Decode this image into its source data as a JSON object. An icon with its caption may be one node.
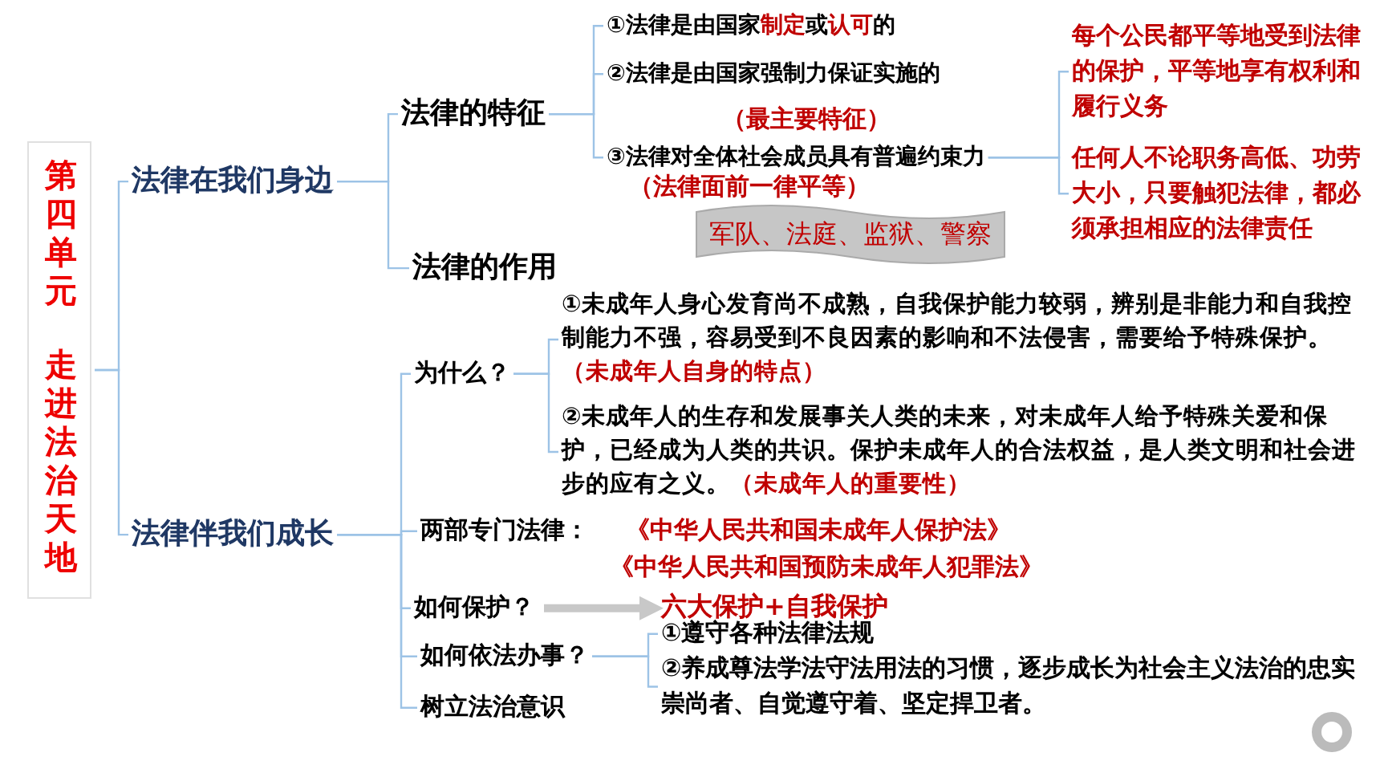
{
  "diagram": {
    "nodes": [
      {
        "text": [
          "第四单元",
          "走进法治天地"
        ]
      },
      {
        "text": [
          "法律在我们身边"
        ]
      },
      {
        "text": [
          "法律伴我们成长"
        ]
      },
      {
        "text": [
          "法律的特征"
        ]
      },
      {
        "text": [
          "法律的作用"
        ]
      },
      {
        "text": [
          "①法律是由国家**制定**或**认可**的"
        ]
      },
      {
        "text": [
          "②法律是由国家强制力保证实施的"
        ]
      },
      {
        "text": [
          "（最主要特征）"
        ]
      },
      {
        "text": [
          "③法律对全体社会成员具有普遍约束力"
        ]
      },
      {
        "text": [
          "（法律面前一律平等）"
        ]
      },
      {
        "text": [
          "每个公民都平等地受到法律的保护，平等地享有权利和履行义务"
        ]
      },
      {
        "text": [
          "任何人不论职务高低、功劳大小，只要触犯法律，都必须承担相应的法律责任"
        ]
      },
      {
        "text": [
          "军队、法庭、监狱、警察"
        ]
      },
      {
        "text": [
          "为什么？"
        ]
      },
      {
        "text": [
          "①未成年人身心发育尚不成熟，自我保护能力较弱，辨别是非能力和自我控制能力不强，容易受到不良因素的影响和不法侵害，需要给予特殊保护。**（未成年人自身的特点）**"
        ]
      },
      {
        "text": [
          "②未成年人的生存和发展事关人类的未来，对未成年人给予特殊关爱和保护，已经成为人类的共识。保护未成年人的合法权益，是人类文明和社会进步的应有之义。**（未成年人的重要性）**"
        ]
      },
      {
        "text": [
          "两部专门法律："
        ],
        "beside": [
          "《中华人民共和国未成年人保护法》",
          "《中华人民共和国预防未成年人犯罪法》"
        ]
      },
      {
        "text": [
          "如何保护？"
        ]
      },
      {
        "text": [
          "六大保护+自我保护"
        ]
      },
      {
        "text": [
          "如何依法办事？"
        ]
      },
      {
        "text": [
          "①遵守各种法律法规"
        ]
      },
      {
        "text": [
          "②养成尊法学法守法用法的习惯，逐步成长为社会主义法治的忠实崇尚者、自觉遵守着、坚定捍卫者。"
        ]
      },
      {
        "text": [
          "树立法治意识"
        ]
      }
    ],
    "edges": [
      {
        "from": 0,
        "to": 1,
        "arrow": "none"
      },
      {
        "from": 0,
        "to": 2,
        "arrow": "none"
      },
      {
        "from": 1,
        "to": 3,
        "arrow": "none"
      },
      {
        "from": 1,
        "to": 4,
        "arrow": "none"
      },
      {
        "from": 3,
        "to": 5,
        "arrow": "none"
      },
      {
        "from": 3,
        "to": 6,
        "arrow": "none"
      },
      {
        "from": 3,
        "to": 8,
        "arrow": "none"
      },
      {
        "from": 8,
        "to": 10,
        "arrow": "none"
      },
      {
        "from": 8,
        "to": 11,
        "arrow": "none"
      },
      {
        "from": 2,
        "to": 13,
        "arrow": "none"
      },
      {
        "from": 2,
        "to": 16,
        "arrow": "none"
      },
      {
        "from": 2,
        "to": 17,
        "arrow": "none"
      },
      {
        "from": 2,
        "to": 19,
        "arrow": "none"
      },
      {
        "from": 2,
        "to": 22,
        "arrow": "none"
      },
      {
        "from": 13,
        "to": 14,
        "arrow": "none"
      },
      {
        "from": 13,
        "to": 15,
        "arrow": "none"
      },
      {
        "from": 17,
        "to": 18,
        "arrow": "to",
        "style": "thick",
        "color": "#c8c8c8"
      },
      {
        "from": 19,
        "to": 20,
        "arrow": "none"
      },
      {
        "from": 19,
        "to": 21,
        "arrow": "none"
      }
    ]
  }
}
